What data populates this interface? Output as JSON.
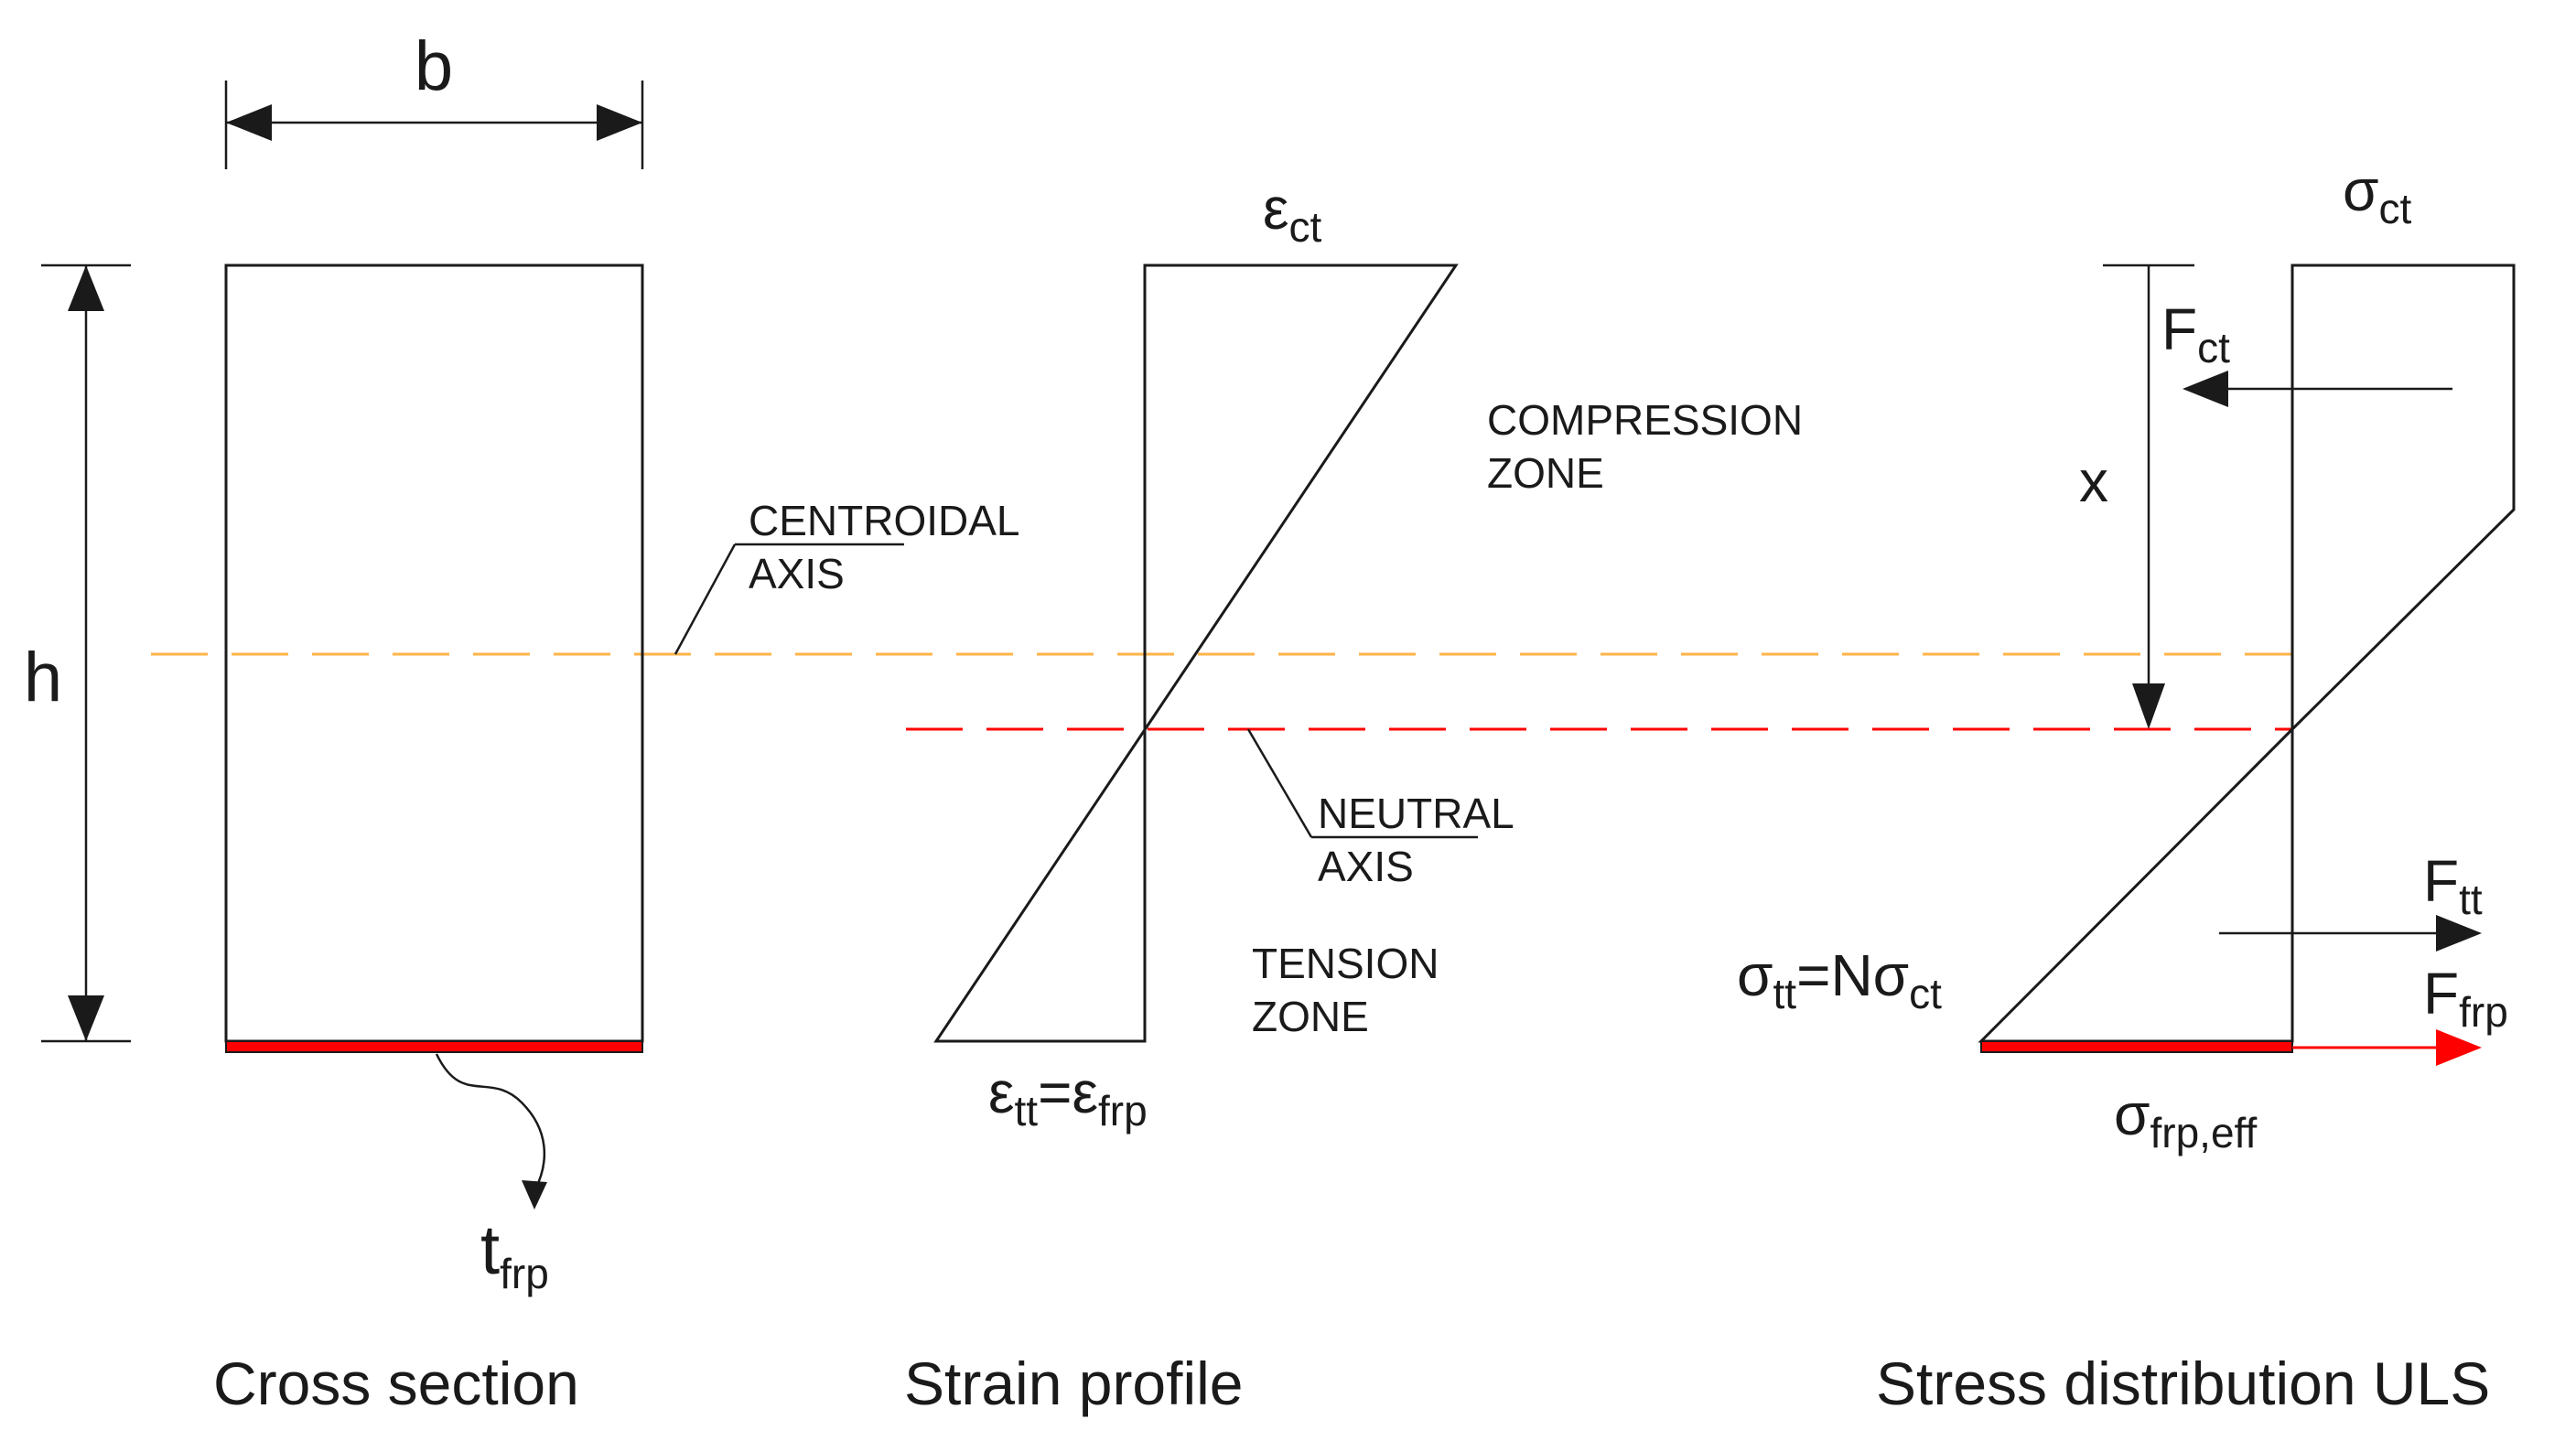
{
  "colors": {
    "line": "#1a1a1a",
    "frp": "#ff0000",
    "neutral_axis": "#ff0000",
    "centroidal_axis": "#ffb347"
  },
  "cross_section": {
    "b": "b",
    "h": "h",
    "t_frp": {
      "main": "t",
      "sub": "frp"
    },
    "caption": "Cross section"
  },
  "annotations": {
    "centroidal_line1": "CENTROIDAL",
    "centroidal_line2": "AXIS",
    "neutral_line1": "NEUTRAL",
    "neutral_line2": "AXIS",
    "compression_line1": "COMPRESSION",
    "compression_line2": "ZONE",
    "tension_line1": "TENSION",
    "tension_line2": "ZONE"
  },
  "strain_profile": {
    "eps_ct": {
      "main": "ε",
      "sub": "ct"
    },
    "eps_tt": {
      "main": "ε",
      "sub": "tt"
    },
    "equals": "=",
    "eps_frp": {
      "main": "ε",
      "sub": "frp"
    },
    "caption": "Strain profile"
  },
  "stress_distribution": {
    "sigma_ct": {
      "main": "σ",
      "sub": "ct"
    },
    "F_ct": {
      "main": "F",
      "sub": "ct"
    },
    "x": "x",
    "sigma_tt": {
      "main": "σ",
      "sub": "tt"
    },
    "equals_N": "=N",
    "sigma_ct2": {
      "main": "σ",
      "sub": "ct"
    },
    "F_tt": {
      "main": "F",
      "sub": "tt"
    },
    "F_frp": {
      "main": "F",
      "sub": "frp"
    },
    "sigma_frp_eff": {
      "main": "σ",
      "sub": "frp,eff"
    },
    "caption": "Stress distribution ULS"
  }
}
